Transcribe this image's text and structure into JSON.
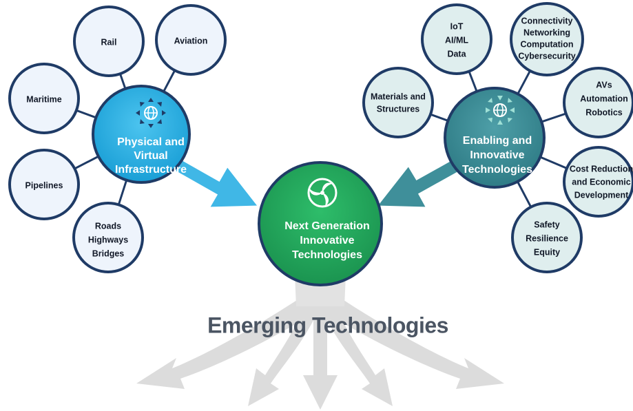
{
  "left_hub": {
    "lines": [
      "Physical and",
      "Virtual",
      "Infrastructure"
    ],
    "icon": "globe-arrows-out-icon",
    "color": "#2bb3e3"
  },
  "left_satellites": {
    "rail": [
      "Rail"
    ],
    "aviation": [
      "Aviation"
    ],
    "maritime": [
      "Maritime"
    ],
    "pipelines": [
      "Pipelines"
    ],
    "roads": [
      "Roads",
      "Highways",
      "Bridges"
    ]
  },
  "right_hub": {
    "lines": [
      "Enabling and",
      "Innovative",
      "Technologies"
    ],
    "icon": "globe-arrows-in-icon",
    "color": "#3d8f99"
  },
  "right_satellites": {
    "iot": [
      "IoT",
      "AI/ML",
      "Data"
    ],
    "connectivity": [
      "Connectivity",
      "Networking",
      "Computation",
      "Cybersecurity"
    ],
    "materials": [
      "Materials and",
      "Structures"
    ],
    "avs": [
      "AVs",
      "Automation",
      "Robotics"
    ],
    "cost": [
      "Cost Reduction",
      "and Economic",
      "Development"
    ],
    "safety": [
      "Safety",
      "Resilience",
      "Equity"
    ]
  },
  "center": {
    "lines": [
      "Next Generation",
      "Innovative",
      "Technologies"
    ],
    "icon": "dot-triskelion-logo-icon",
    "color": "#23a55a"
  },
  "emerging": {
    "title": "Emerging Technologies"
  },
  "colors": {
    "satellite_outline": "#1f3b66",
    "left_satellite_fill": "#eef4fc",
    "right_satellite_fill": "#dfeeee",
    "emerging_arrows": "#d9d9d9"
  }
}
